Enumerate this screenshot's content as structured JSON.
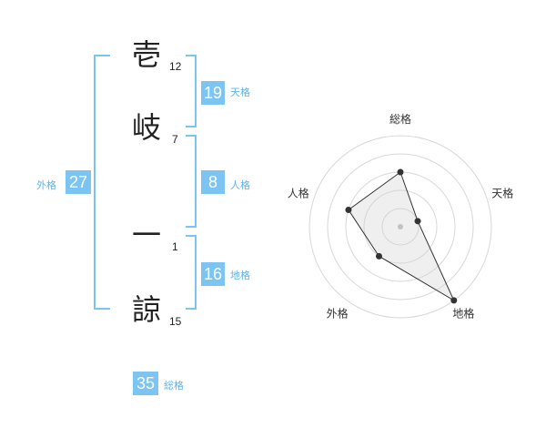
{
  "name": {
    "chars": [
      {
        "char": "壱",
        "strokes": "12"
      },
      {
        "char": "岐",
        "strokes": "7"
      },
      {
        "char": "一",
        "strokes": "1"
      },
      {
        "char": "諒",
        "strokes": "15"
      }
    ]
  },
  "fortune": {
    "tenkaku": {
      "value": "19",
      "label": "天格"
    },
    "jinkaku": {
      "value": "8",
      "label": "人格"
    },
    "chikaku": {
      "value": "16",
      "label": "地格"
    },
    "gaikaku": {
      "value": "27",
      "label": "外格"
    },
    "soukaku": {
      "value": "35",
      "label": "総格"
    }
  },
  "colors": {
    "accent": "#7cc4f2",
    "accent_text": "#5fb3ea"
  },
  "chart_data": {
    "type": "radar",
    "axes": [
      "総格",
      "天格",
      "地格",
      "外格",
      "人格"
    ],
    "max": 5,
    "values": [
      3,
      1,
      5,
      2,
      3
    ]
  }
}
